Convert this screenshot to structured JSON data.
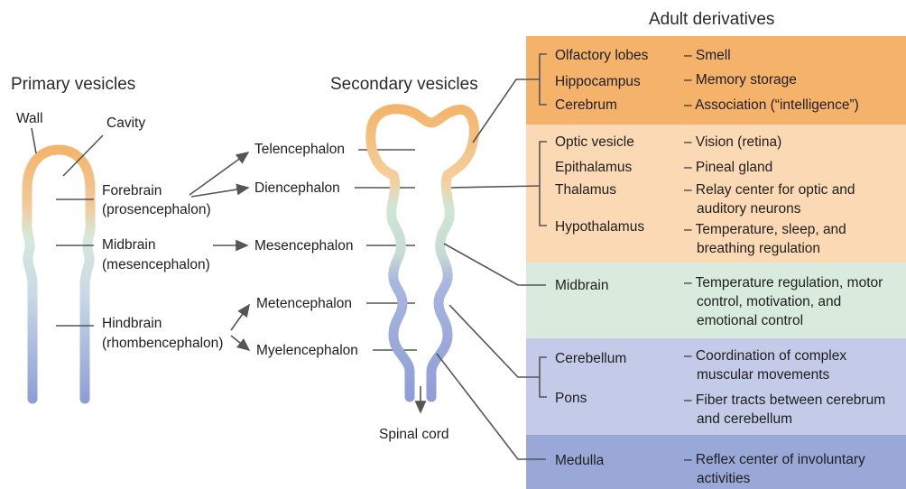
{
  "headers": {
    "primary": "Primary vesicles",
    "secondary": "Secondary vesicles",
    "adult": "Adult derivatives"
  },
  "primary_labels": {
    "wall": "Wall",
    "cavity": "Cavity",
    "forebrain": "Forebrain",
    "forebrain_sci": "(prosencephalon)",
    "midbrain": "Midbrain",
    "midbrain_sci": "(mesencephalon)",
    "hindbrain": "Hindbrain",
    "hindbrain_sci": "(rhombencephalon)"
  },
  "secondary_labels": {
    "telencephalon": "Telencephalon",
    "diencephalon": "Diencephalon",
    "mesencephalon": "Mesencephalon",
    "metencephalon": "Metencephalon",
    "myelencephalon": "Myelencephalon",
    "spinal_cord": "Spinal cord"
  },
  "colors": {
    "forebrain": "#f2c08a",
    "forebrain_band_top": "#f7b56a",
    "diencephalon_band": "#fbdcb8",
    "midbrain_band": "#d6eadb",
    "hindbrain_band": "#c4cde8",
    "medulla_band": "#9ba9d8",
    "tube_orange": "#f3b56c",
    "tube_green": "#bfdfc8",
    "tube_blue": "#8f9fd6"
  },
  "derivatives": [
    {
      "structure": "Olfactory lobes",
      "function": "– Smell"
    },
    {
      "structure": "Hippocampus",
      "function": "– Memory storage"
    },
    {
      "structure": "Cerebrum",
      "function": "– Association (“intelligence”)"
    },
    {
      "structure": "Optic vesicle",
      "function": "– Vision (retina)"
    },
    {
      "structure": "Epithalamus",
      "function": "– Pineal gland"
    },
    {
      "structure": "Thalamus",
      "function": "– Relay center for optic and",
      "function2": "auditory neurons"
    },
    {
      "structure": "Hypothalamus",
      "function": "– Temperature, sleep, and",
      "function2": "breathing regulation"
    },
    {
      "structure": "Midbrain",
      "function": "– Temperature regulation, motor",
      "function2": "control, motivation, and",
      "function3": "emotional control"
    },
    {
      "structure": "Cerebellum",
      "function": "– Coordination of complex",
      "function2": "muscular movements"
    },
    {
      "structure": "Pons",
      "function": "– Fiber tracts between cerebrum",
      "function2": "and cerebellum"
    },
    {
      "structure": "Medulla",
      "function": "– Reflex center of involuntary",
      "function2": "activities"
    }
  ]
}
